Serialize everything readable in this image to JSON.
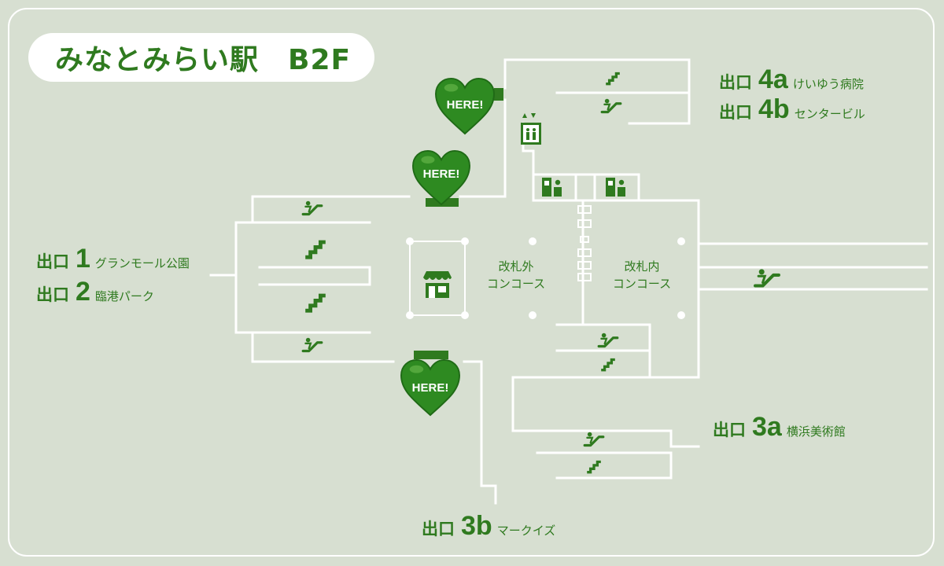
{
  "title": "みなとみらい駅　B2F",
  "colors": {
    "background": "#d7dfd1",
    "wall": "#ffffff",
    "accent": "#2f7a1f",
    "heart": "#2e8a21"
  },
  "exits": {
    "e4a": {
      "prefix": "出口",
      "number": "4a",
      "destination": "けいゆう病院"
    },
    "e4b": {
      "prefix": "出口",
      "number": "4b",
      "destination": "センタービル"
    },
    "e1": {
      "prefix": "出口",
      "number": "1",
      "destination": "グランモール公園"
    },
    "e2": {
      "prefix": "出口",
      "number": "2",
      "destination": "臨港パーク"
    },
    "e3a": {
      "prefix": "出口",
      "number": "3a",
      "destination": "横浜美術館"
    },
    "e3b": {
      "prefix": "出口",
      "number": "3b",
      "destination": "マークイズ"
    }
  },
  "concourses": {
    "outside": {
      "line1": "改札外",
      "line2": "コンコース"
    },
    "inside": {
      "line1": "改札内",
      "line2": "コンコース"
    }
  },
  "here_markers": {
    "label": "HERE!"
  },
  "icons": [
    "stairs-icon",
    "escalator-icon",
    "elevator-icon",
    "ticket-gate-icon",
    "shop-icon",
    "heart-marker-icon"
  ]
}
